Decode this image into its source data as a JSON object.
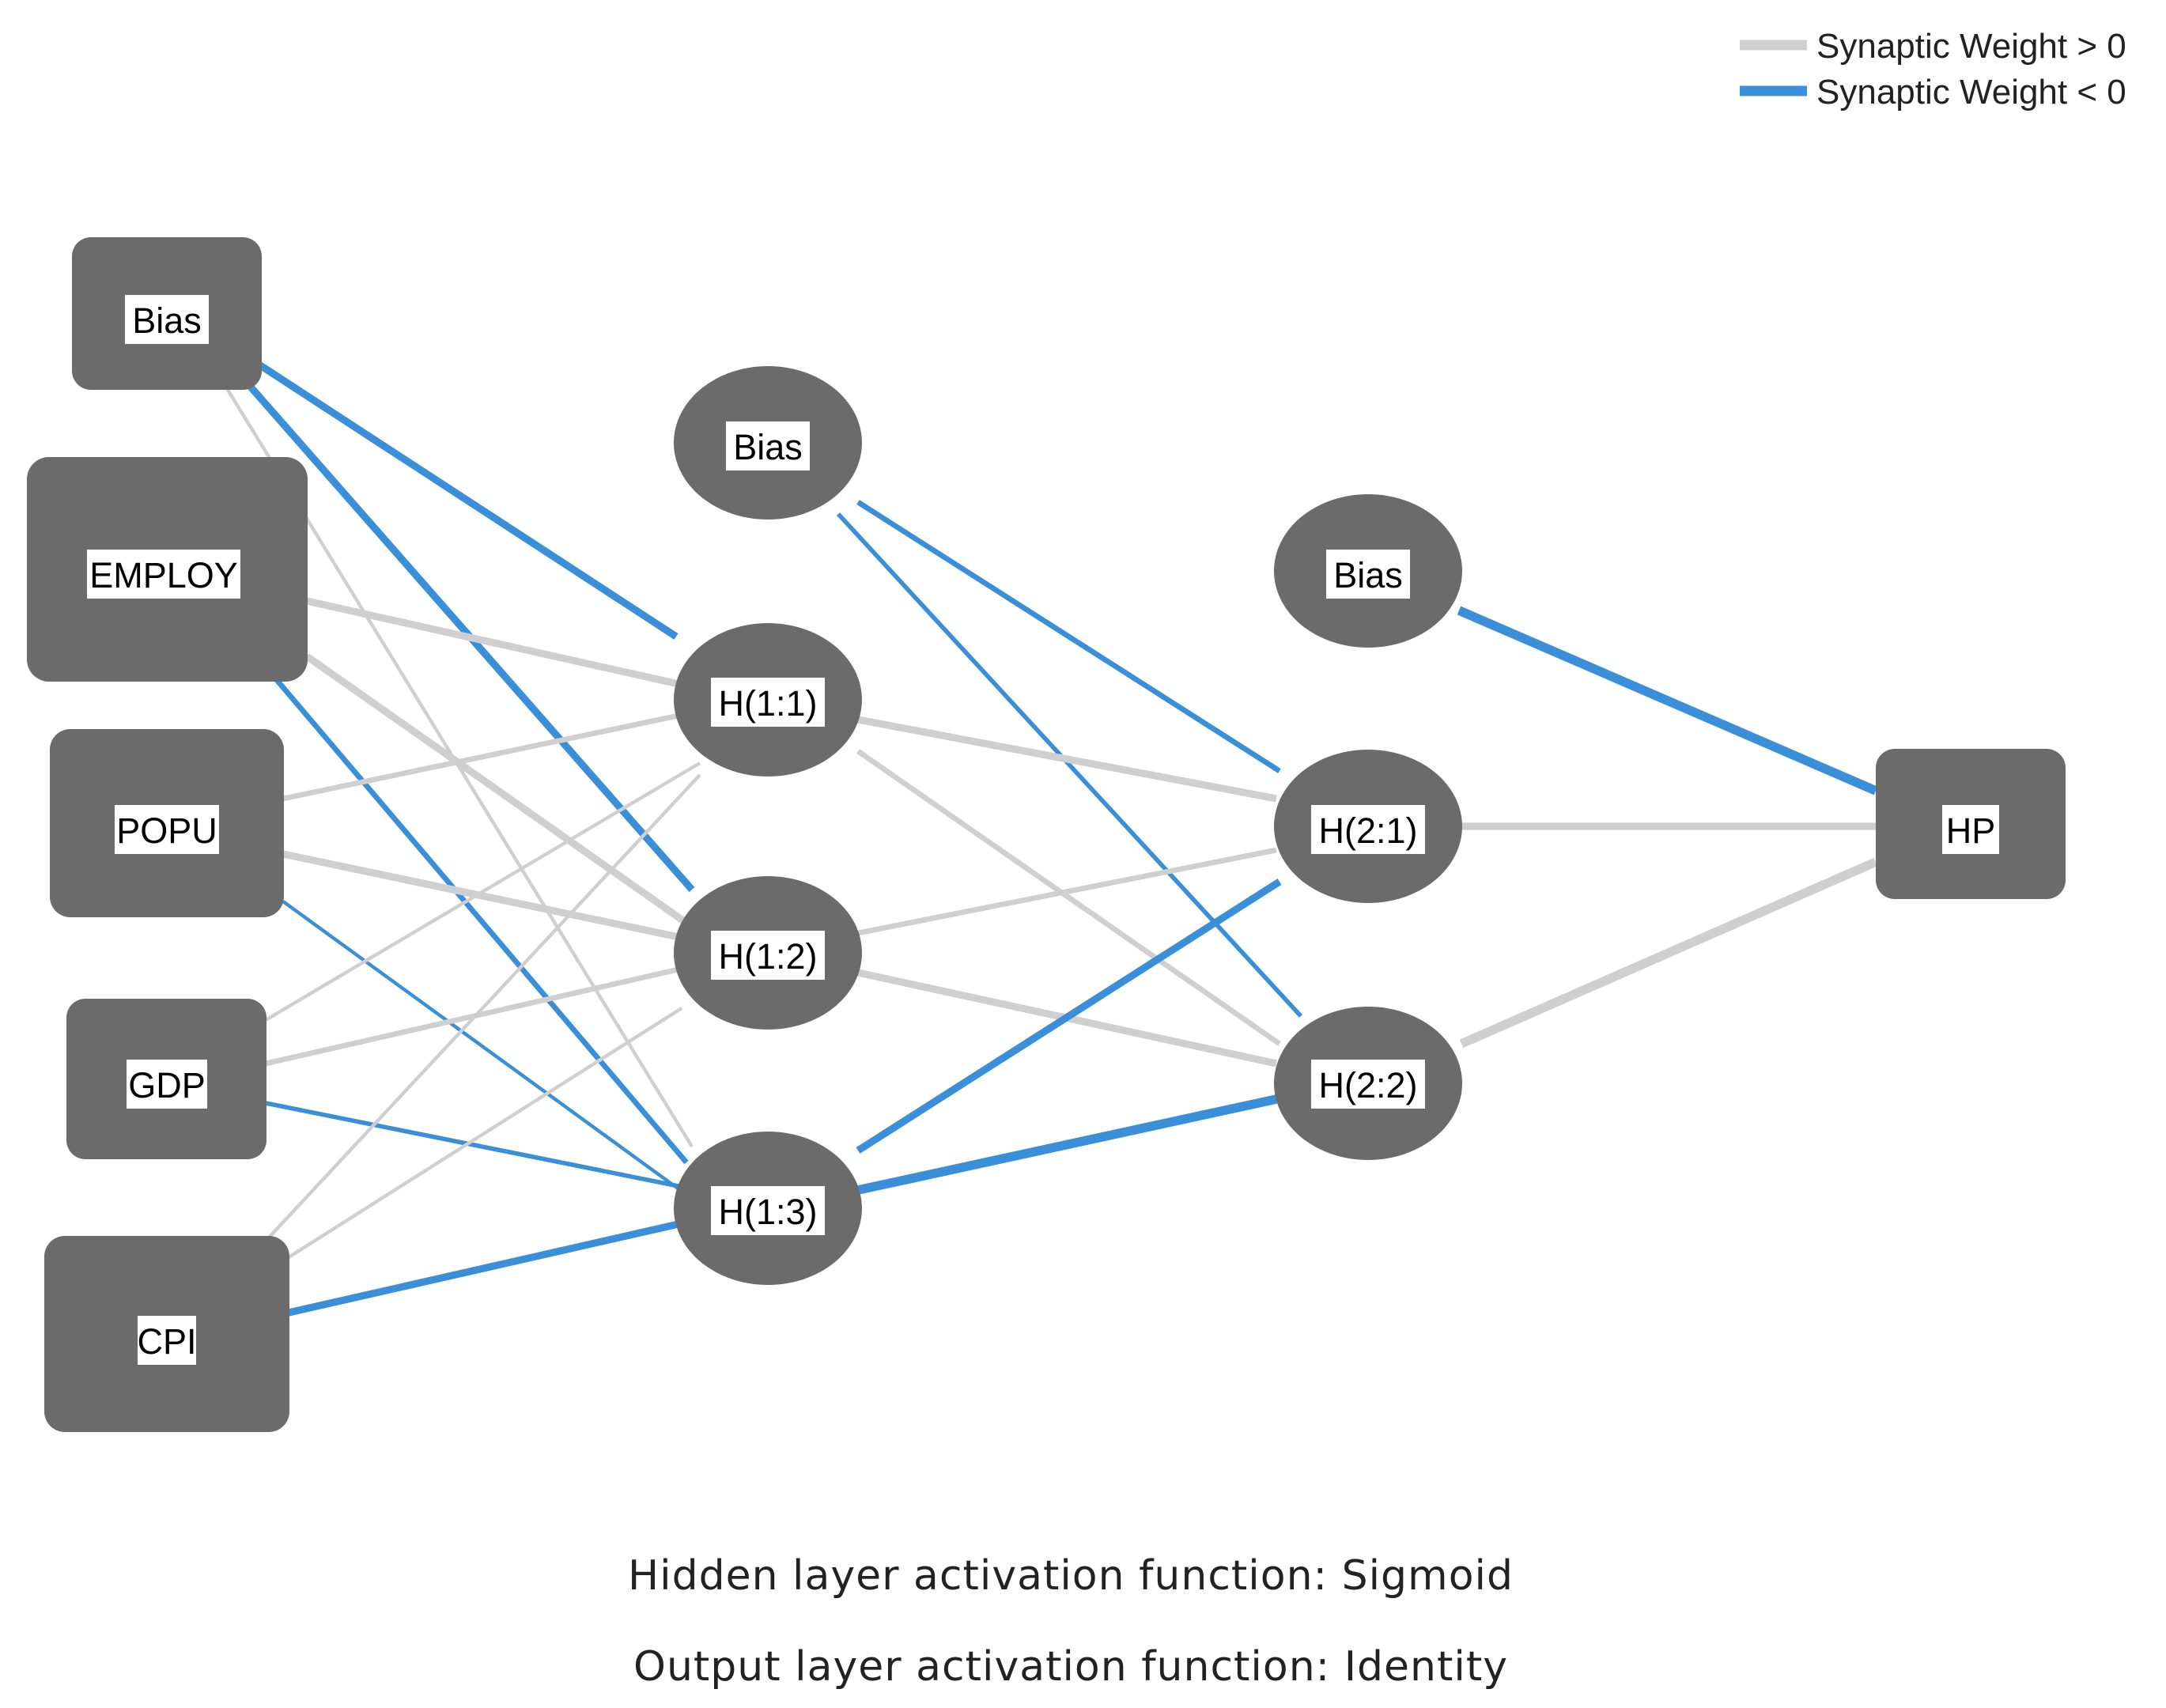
{
  "legend": {
    "positive_label": "Synaptic Weight > 0",
    "negative_label": "Synaptic Weight < 0",
    "positive_color": "#cfcfcf",
    "negative_color": "#3a8fd8"
  },
  "node_color": "#6b6b6b",
  "nodes": {
    "in_bias": "Bias",
    "employ": "EMPLOY",
    "popu": "POPU",
    "gdp": "GDP",
    "cpi": "CPI",
    "h1_bias": "Bias",
    "h11": "H(1:1)",
    "h12": "H(1:2)",
    "h13": "H(1:3)",
    "h2_bias": "Bias",
    "h21": "H(2:1)",
    "h22": "H(2:2)",
    "hp": "HP"
  },
  "edges": [
    {
      "from": "in_bias",
      "to": "h11",
      "sign": "negative",
      "weight": 3
    },
    {
      "from": "in_bias",
      "to": "h12",
      "sign": "negative",
      "weight": 3
    },
    {
      "from": "in_bias",
      "to": "h13",
      "sign": "positive",
      "weight": 1
    },
    {
      "from": "employ",
      "to": "h11",
      "sign": "positive",
      "weight": 3
    },
    {
      "from": "employ",
      "to": "h12",
      "sign": "positive",
      "weight": 3
    },
    {
      "from": "employ",
      "to": "h13",
      "sign": "negative",
      "weight": 2
    },
    {
      "from": "popu",
      "to": "h11",
      "sign": "positive",
      "weight": 2
    },
    {
      "from": "popu",
      "to": "h12",
      "sign": "positive",
      "weight": 3
    },
    {
      "from": "popu",
      "to": "h13",
      "sign": "negative",
      "weight": 1
    },
    {
      "from": "gdp",
      "to": "h11",
      "sign": "positive",
      "weight": 1
    },
    {
      "from": "gdp",
      "to": "h12",
      "sign": "positive",
      "weight": 2
    },
    {
      "from": "gdp",
      "to": "h13",
      "sign": "negative",
      "weight": 1.5
    },
    {
      "from": "cpi",
      "to": "h11",
      "sign": "positive",
      "weight": 1
    },
    {
      "from": "cpi",
      "to": "h12",
      "sign": "positive",
      "weight": 1
    },
    {
      "from": "cpi",
      "to": "h13",
      "sign": "negative",
      "weight": 3
    },
    {
      "from": "h1_bias",
      "to": "h21",
      "sign": "negative",
      "weight": 2
    },
    {
      "from": "h1_bias",
      "to": "h22",
      "sign": "negative",
      "weight": 1.5
    },
    {
      "from": "h11",
      "to": "h21",
      "sign": "positive",
      "weight": 3
    },
    {
      "from": "h11",
      "to": "h22",
      "sign": "positive",
      "weight": 2
    },
    {
      "from": "h12",
      "to": "h21",
      "sign": "positive",
      "weight": 2
    },
    {
      "from": "h12",
      "to": "h22",
      "sign": "positive",
      "weight": 3
    },
    {
      "from": "h13",
      "to": "h21",
      "sign": "negative",
      "weight": 3
    },
    {
      "from": "h13",
      "to": "h22",
      "sign": "negative",
      "weight": 4
    },
    {
      "from": "h2_bias",
      "to": "hp",
      "sign": "negative",
      "weight": 4
    },
    {
      "from": "h21",
      "to": "hp",
      "sign": "positive",
      "weight": 3
    },
    {
      "from": "h22",
      "to": "hp",
      "sign": "positive",
      "weight": 4
    }
  ],
  "footer": {
    "line1": "Hidden layer activation function: Sigmoid",
    "line2": "Output layer activation function: Identity"
  }
}
